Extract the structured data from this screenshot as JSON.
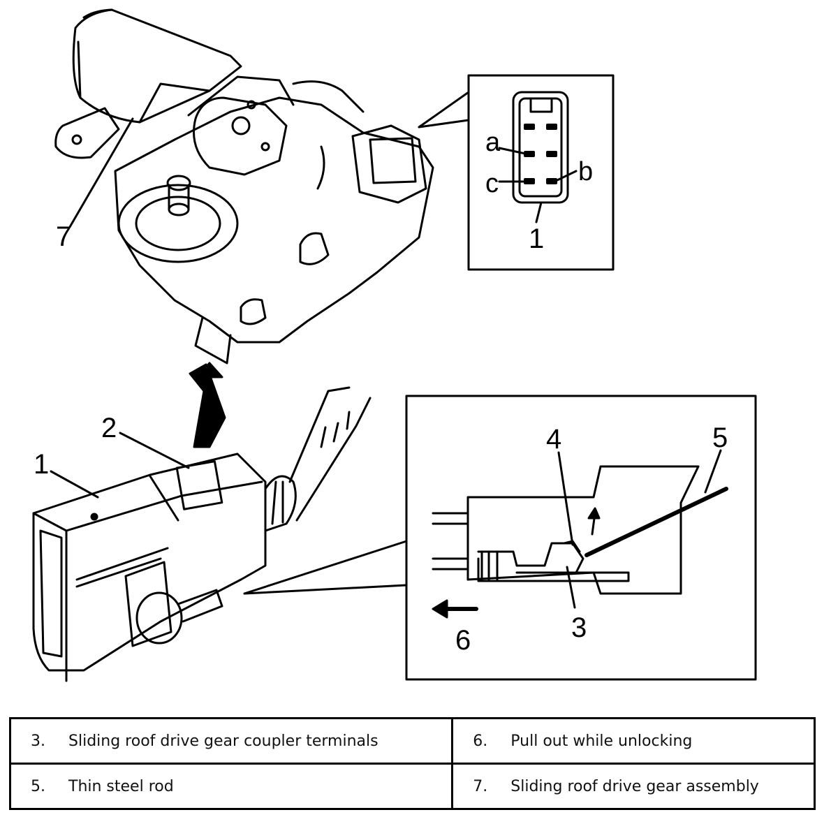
{
  "diagram": {
    "callouts": {
      "top_motor": "7",
      "pin_a": "a",
      "pin_b": "b",
      "pin_c": "c",
      "inset_coupler": "1",
      "coupler": "1",
      "lock": "2",
      "rod_tip": "4",
      "rod": "5",
      "terminal": "3",
      "direction": "6"
    }
  },
  "legend": {
    "rows": [
      [
        {
          "num": "3.",
          "text": "Sliding roof drive gear coupler terminals"
        },
        {
          "num": "6.",
          "text": "Pull out while unlocking"
        }
      ],
      [
        {
          "num": "5.",
          "text": "Thin steel rod"
        },
        {
          "num": "7.",
          "text": "Sliding roof drive gear assembly"
        }
      ]
    ]
  }
}
